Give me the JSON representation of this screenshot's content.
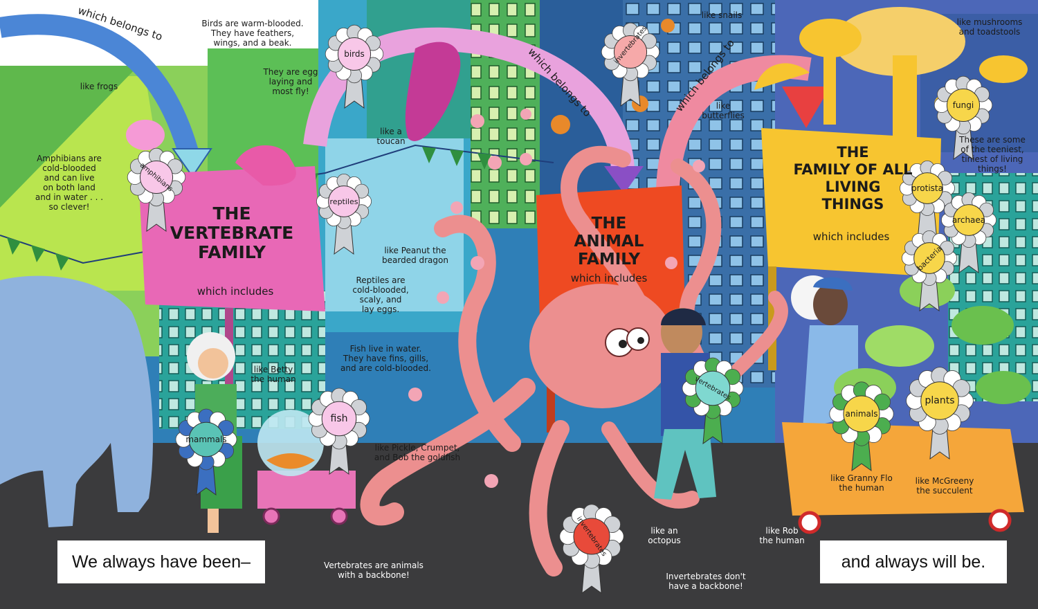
{
  "arrows": {
    "left": "which belongs to",
    "middle": "which belongs to",
    "right": "which belongs to"
  },
  "signs": {
    "vertebrate": {
      "title": "THE\nVERTEBRATE\nFAMILY",
      "sub": "which includes"
    },
    "animal": {
      "title": "THE\nANIMAL\nFAMILY",
      "sub": "which includes"
    },
    "living": {
      "title": "THE\nFAMILY OF ALL\nLIVING\nTHINGS",
      "sub": "which includes"
    }
  },
  "rosettes": {
    "amphibians": "amphibians",
    "birds": "birds",
    "reptiles": "reptiles",
    "fish": "fish",
    "mammals": "mammals",
    "invertebrates_top": "invertebrates",
    "invertebrates_bottom": "invertebrates",
    "vertebrates": "vertebrates",
    "fungi": "fungi",
    "protista": "protista",
    "archaea": "archaea",
    "bacteria": "bacteria",
    "animals": "animals",
    "plants": "plants"
  },
  "notes": {
    "like_frogs": "like frogs",
    "amphibians_fact": "Amphibians are\ncold-blooded\nand can live\non both land\nand in water . . .\nso clever!",
    "birds_fact": "Birds are warm-blooded.\nThey have feathers,\nwings, and a beak.",
    "birds_egg": "They are egg\nlaying and\nmost fly!",
    "like_toucan": "like a\ntoucan",
    "like_snails": "like snails",
    "like_butterflies": "like\nbutterflies",
    "like_mushrooms": "like mushrooms\nand toadstools",
    "teeniest": "These are some\nof the teeniest,\ntiniest of living\nthings!",
    "like_peanut": "like Peanut the\nbearded dragon",
    "reptiles_fact": "Reptiles are\ncold-blooded,\nscaly, and\nlay eggs.",
    "fish_fact": "Fish live in water.\nThey have fins, gills,\nand are cold-blooded.",
    "like_betty": "like Betty\nthe human",
    "like_pickle": "like Pickle, Crumpet,\nand Bob the goldfish",
    "like_octopus": "like an\noctopus",
    "like_rob": "like Rob\nthe human",
    "like_granny": "like Granny Flo\nthe human",
    "like_mcgreeny": "like McGreeny\nthe succulent",
    "vertebrates_backbone": "Vertebrates are animals\nwith a backbone!",
    "invertebrates_backbone": "Invertebrates don't\nhave a backbone!"
  },
  "captions": {
    "left": "We always have been–",
    "right": "and always will be."
  },
  "colors": {
    "ground": "#3b3b3d",
    "vertebrate_sign": "#e868b6",
    "animal_sign": "#ee4a22",
    "living_sign": "#f7c530",
    "octopus": "#ec8f8f",
    "blue_arrow": "#4b86d6",
    "pink_arrow": "#e9a2dd",
    "salmon_arrow": "#ef8aa0",
    "red_arrow": "#f46b6b"
  }
}
